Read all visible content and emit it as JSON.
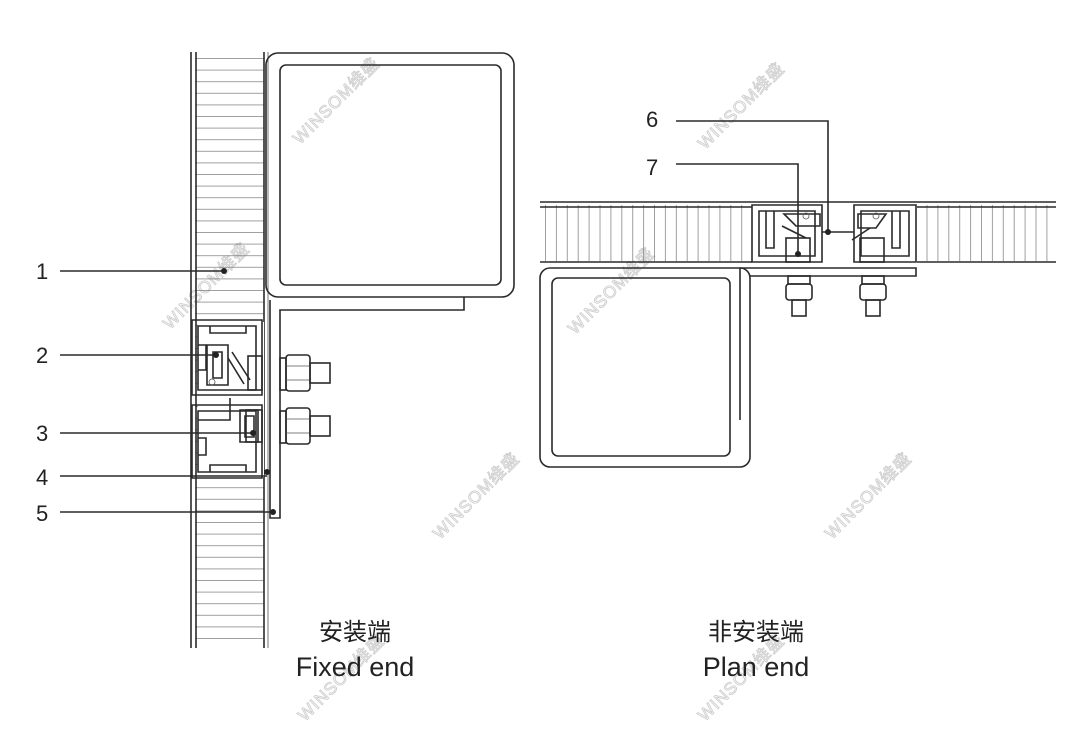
{
  "callouts": [
    "1",
    "2",
    "3",
    "4",
    "5",
    "6",
    "7"
  ],
  "fixed_end": {
    "label_zh": "安装端",
    "label_en": "Fixed end"
  },
  "plan_end": {
    "label_zh": "非安装端",
    "label_en": "Plan end"
  },
  "watermark": "WINSOM维盛",
  "colors": {
    "line": "#2a2a2a",
    "watermark": "#cfcfcf"
  }
}
